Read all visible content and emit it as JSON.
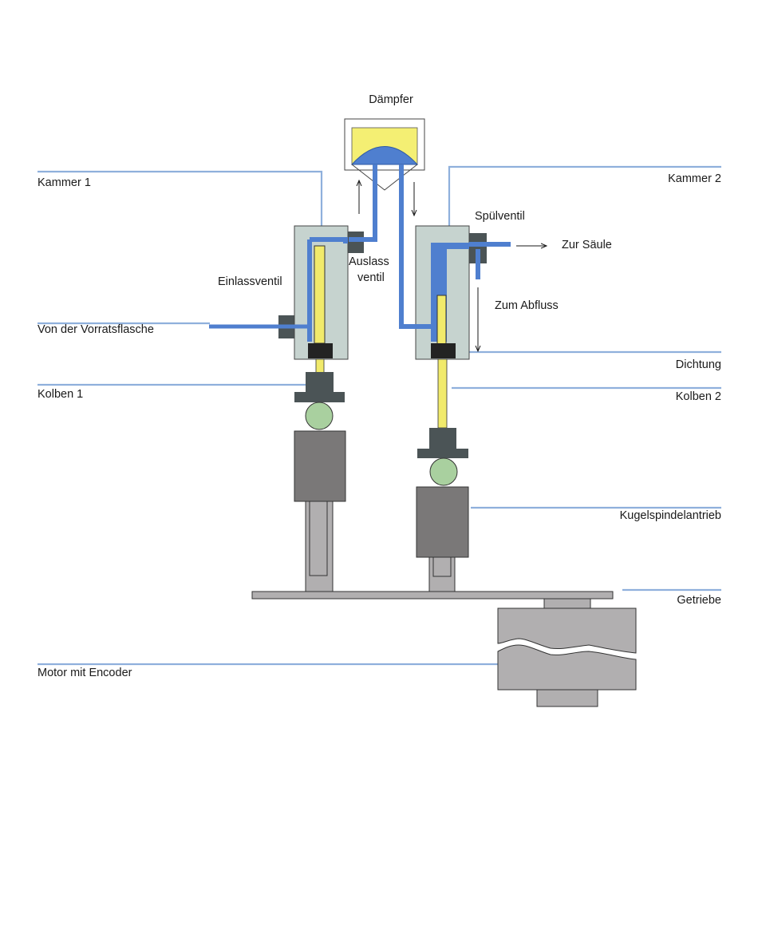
{
  "labels": {
    "daempfer": "Dämpfer",
    "kammer1": "Kammer 1",
    "kammer2": "Kammer 2",
    "spuelventil": "Spülventil",
    "zur_saeule": "Zur Säule",
    "auslass_line1": "Auslass",
    "auslass_line2": "ventil",
    "einlassventil": "Einlassventil",
    "zum_abfluss": "Zum Abfluss",
    "von_vorratsflasche": "Von der Vorratsflasche",
    "dichtung": "Dichtung",
    "kolben1": "Kolben 1",
    "kolben2": "Kolben 2",
    "kugelspindelantrieb": "Kugelspindelantrieb",
    "getriebe": "Getriebe",
    "motor_mit_encoder": "Motor mit Encoder"
  },
  "colors": {
    "leader_line": "#8fb0dc",
    "solvent_blue": "#4f7fcf",
    "chamber_fill": "#c6d3cf",
    "piston_yellow": "#f1ea6b",
    "seal_dark": "#232323",
    "valve_dark": "#4b5456",
    "ball_green": "#a9d09f",
    "drive_gray": "#7a7878",
    "light_gray": "#b1afb0",
    "damper_yellow": "#f4ef73"
  }
}
